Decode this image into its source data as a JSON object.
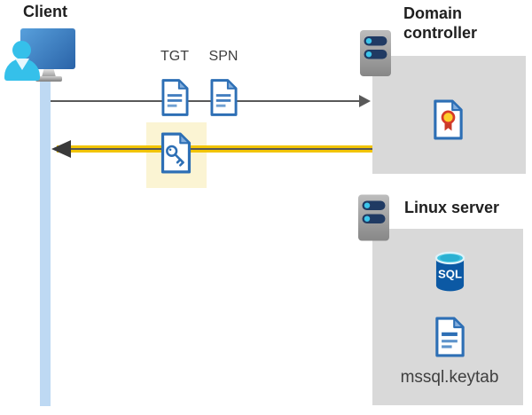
{
  "diagram": {
    "client": {
      "label": "Client"
    },
    "request": {
      "tgt_label": "TGT",
      "spn_label": "SPN"
    },
    "domain_controller": {
      "label": "Domain controller"
    },
    "linux_server": {
      "label": "Linux server",
      "keytab_label": "mssql.keytab"
    },
    "sql_icon_text": "SQL",
    "colors": {
      "accent_yellow": "#f2c400",
      "highlight_yellow": "#fbf4d3",
      "doc_blue": "#2d6fb5",
      "client_cyan": "#35c0ea",
      "timeline_blue": "#bed9f3",
      "panel_gray": "#d9d9d9",
      "arrow_gray": "#595959",
      "arrowhead_dark": "#3a3a3a",
      "server_bar_navy": "#203a63",
      "sql_body_blue": "#0c59a4",
      "sql_top_cyan": "#40c4e0",
      "medal_gold": "#fdcf2d",
      "medal_red": "#c93a28"
    }
  }
}
